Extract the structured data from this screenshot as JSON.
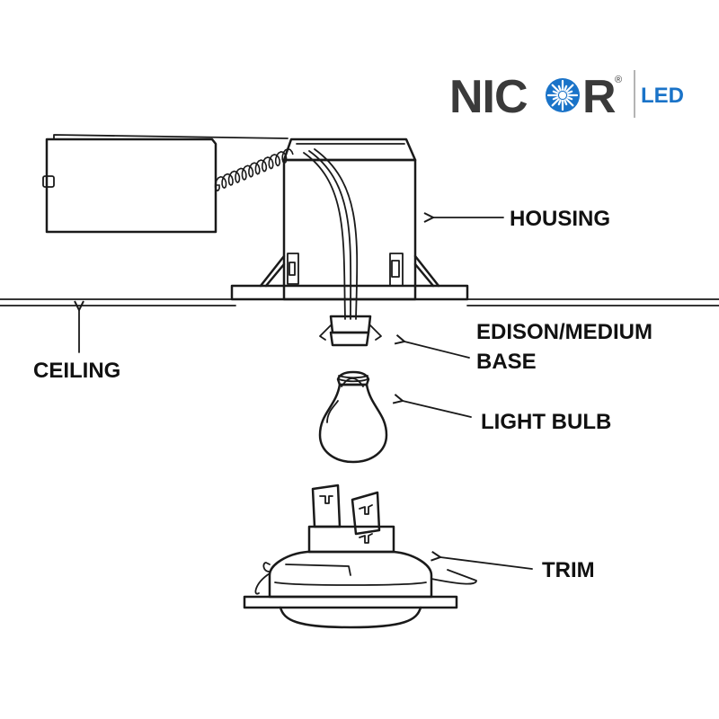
{
  "brand": {
    "name_left": "NIC",
    "name_right": "R",
    "registered": "®",
    "suffix": "LED",
    "colors": {
      "wordmark": "#3a3a3a",
      "accent": "#1a73c8",
      "star": "#1a73c8"
    }
  },
  "labels": {
    "housing": "HOUSING",
    "base_line1": "EDISON/MEDIUM",
    "base_line2": "BASE",
    "light_bulb": "LIGHT BULB",
    "ceiling": "CEILING",
    "trim": "TRIM"
  }
}
